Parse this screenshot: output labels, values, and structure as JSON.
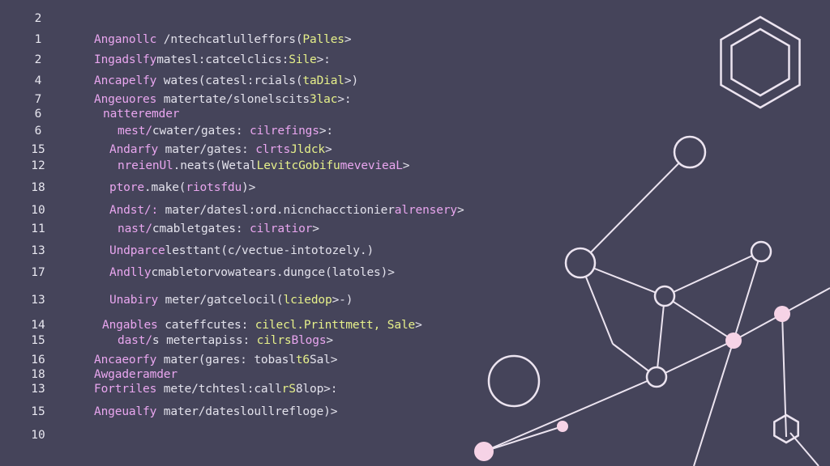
{
  "colors": {
    "background": "#45445a",
    "keyword": "#e9a6ef",
    "text": "#e3e2ec",
    "highlight": "#e6f08a",
    "line": "#ece4f0",
    "node_pink": "#f6d3e6"
  },
  "icons": {
    "logo": "hexagon-logo-icon"
  },
  "lines": [
    {
      "num": "2",
      "parts": []
    },
    {
      "num": "1",
      "parts": [
        [
          "kw",
          "Anganollc"
        ],
        [
          "tx",
          " /ntechcatlulleffors("
        ],
        [
          "hl",
          "Palles"
        ],
        [
          "tx",
          ">"
        ]
      ]
    },
    {
      "num": "2",
      "parts": [
        [
          "kw",
          "Ingadslfy"
        ],
        [
          "tx",
          "matesl:catcelclics:"
        ],
        [
          "hl",
          "Sile"
        ],
        [
          "tx",
          ">:"
        ]
      ]
    },
    {
      "num": "4",
      "parts": [
        [
          "kw",
          "Ancapelfy"
        ],
        [
          "tx",
          " wates(catesl:rcials("
        ],
        [
          "hl",
          "taDial"
        ],
        [
          "tx",
          ">)"
        ]
      ]
    },
    {
      "num": "7",
      "parts": [
        [
          "kw",
          "Angeuores"
        ],
        [
          "tx",
          " matertate/slonelscits"
        ],
        [
          "hl",
          "3lac"
        ],
        [
          "tx",
          ">:"
        ]
      ]
    },
    {
      "num": "6",
      "parts": [
        [
          "kw",
          "natteremder"
        ]
      ]
    },
    {
      "num": "6",
      "parts": [
        [
          "kw",
          "mest/"
        ],
        [
          "tx",
          "cwater/gates: "
        ],
        [
          "kw",
          "cilrefings"
        ],
        [
          "tx",
          ">:"
        ]
      ]
    },
    {
      "num": "15",
      "parts": [
        [
          "kw",
          "Andarfy"
        ],
        [
          "tx",
          " mater/gates: "
        ],
        [
          "kw",
          "clrts"
        ],
        [
          "hl",
          "Jldck"
        ],
        [
          "tx",
          ">"
        ]
      ]
    },
    {
      "num": "12",
      "parts": [
        [
          "kw",
          "nreienUl"
        ],
        [
          "tx",
          ".neats(Wetal"
        ],
        [
          "hl",
          "LevitcGobifu"
        ],
        [
          "kw",
          "mevevieaL"
        ],
        [
          "tx",
          ">"
        ]
      ]
    },
    {
      "num": "18",
      "parts": [
        [
          "kw",
          "ptore"
        ],
        [
          "tx",
          ".make("
        ],
        [
          "kw",
          "riotsfdu"
        ],
        [
          "tx",
          ")>"
        ]
      ]
    },
    {
      "num": "10",
      "parts": [
        [
          "kw",
          "Andst/:"
        ],
        [
          "tx",
          " mater/datesl:ord.nicnchacctionier"
        ],
        [
          "kw",
          "alrensery"
        ],
        [
          "tx",
          ">"
        ]
      ]
    },
    {
      "num": "11",
      "parts": [
        [
          "kw",
          "nast/"
        ],
        [
          "tx",
          "cmabletgates: "
        ],
        [
          "kw",
          "cilratior"
        ],
        [
          "tx",
          ">"
        ]
      ]
    },
    {
      "num": "13",
      "parts": [
        [
          "kw",
          "Undparce"
        ],
        [
          "tx",
          "lesttant(c/vectue-intotozely.)"
        ]
      ]
    },
    {
      "num": "17",
      "parts": [
        [
          "kw",
          "Andlly"
        ],
        [
          "tx",
          "cmabletorvowatears.dungce(latoles)>"
        ]
      ]
    },
    {
      "num": "13",
      "parts": [
        [
          "kw",
          "Unabiry"
        ],
        [
          "tx",
          " meter/gatcelocil("
        ],
        [
          "hl",
          "lciedop"
        ],
        [
          "tx",
          ">-)"
        ]
      ]
    },
    {
      "num": "14",
      "parts": [
        [
          "kw",
          "Angables"
        ],
        [
          "tx",
          " cateffcutes: "
        ],
        [
          "hl",
          "cilecl.Printtmett, Sale"
        ],
        [
          "tx",
          ">"
        ]
      ]
    },
    {
      "num": "15",
      "parts": [
        [
          "kw",
          "dast/"
        ],
        [
          "tx",
          "s metertapiss: "
        ],
        [
          "hl",
          "cilrs"
        ],
        [
          "kw",
          "Blogs"
        ],
        [
          "tx",
          ">"
        ]
      ]
    },
    {
      "num": "16",
      "parts": [
        [
          "kw",
          "Ancaeorfy"
        ],
        [
          "tx",
          " mater(gares: tobasl"
        ],
        [
          "hl",
          "t6"
        ],
        [
          "tx",
          "Sal>"
        ]
      ]
    },
    {
      "num": "18",
      "parts": [
        [
          "kw",
          "Awgaderamder"
        ]
      ]
    },
    {
      "num": "13",
      "parts": [
        [
          "kw",
          "Fortriles"
        ],
        [
          "tx",
          " mete/tchtesl:call"
        ],
        [
          "hl",
          "rS"
        ],
        [
          "tx",
          "8lop>:"
        ]
      ]
    },
    {
      "num": "15",
      "parts": [
        [
          "kw",
          "Angeualfy"
        ],
        [
          "tx",
          " mater/datesloullrefloge)>"
        ]
      ]
    },
    {
      "num": "10",
      "parts": []
    }
  ]
}
